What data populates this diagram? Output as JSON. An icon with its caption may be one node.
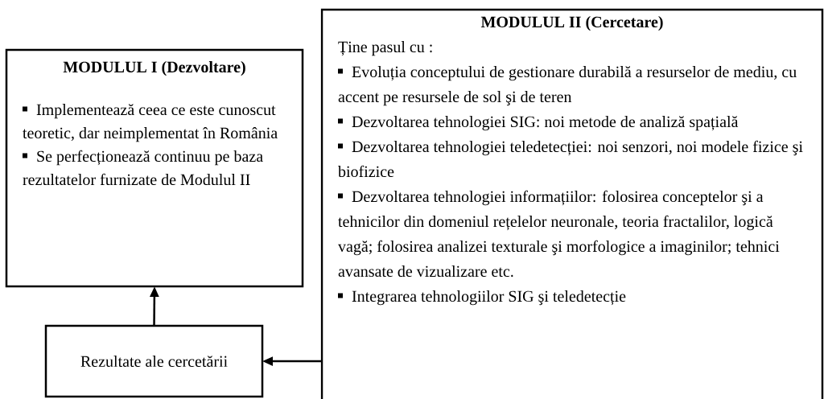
{
  "diagram": {
    "nodes": [
      {
        "text": [
          "MODULUL  I  (Dezvoltare)",
          "Implementează ceea ce este cunoscut teoretic, dar neimplementat în România",
          "Se perfecționează continuu pe baza rezultatelor furnizate de Modulul II"
        ]
      },
      {
        "text": [
          "MODULUL  II (Cercetare)",
          "Ține pasul cu :",
          "Evoluția conceptului de gestionare durabilă a resurselor de mediu, cu accent pe resursele de sol şi de teren",
          "Dezvoltarea tehnologiei SIG: noi metode de analiză spațială",
          "Dezvoltarea tehnologiei teledetecției: noi senzori, noi modele fizice şi biofizice",
          "Dezvoltarea tehnologiei informațiilor: folosirea conceptelor şi a tehnicilor din domeniul rețelelor neuronale, teoria fractalilor, logică vagă; folosirea analizei texturale şi morfologice a imaginilor; tehnici avansate de vizualizare etc.",
          "Integrarea tehnologiilor SIG şi teledetecție"
        ]
      },
      {
        "text": [
          "Rezultate ale cercetării"
        ]
      }
    ],
    "edges": [
      {
        "from": 1,
        "to": 2,
        "arrow": "to"
      },
      {
        "from": 2,
        "to": 0,
        "arrow": "to"
      }
    ]
  }
}
